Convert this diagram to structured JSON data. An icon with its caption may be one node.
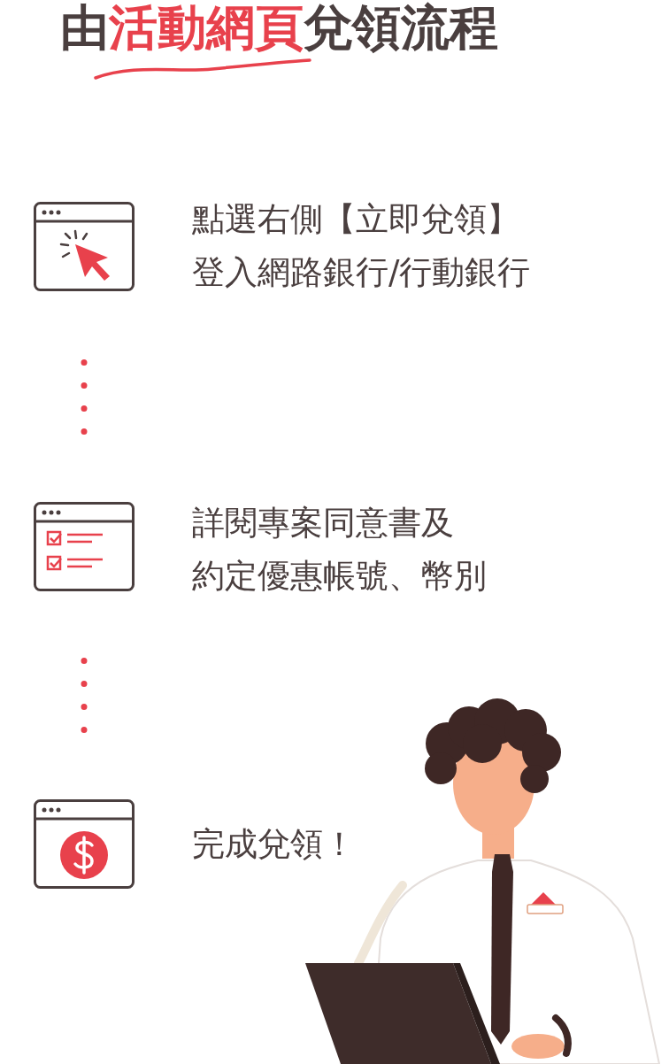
{
  "diagram": {
    "title": "由**活動網頁**兌領流程",
    "nodes": [
      {
        "text": [],
        "shape": "picture",
        "beside": [
          "點選右側【立即兌領】",
          "登入網路銀行/行動銀行"
        ]
      },
      {
        "text": [],
        "shape": "picture",
        "beside": [
          "詳閱專案同意書及",
          "約定優惠帳號、幣別"
        ]
      },
      {
        "text": [],
        "shape": "picture",
        "beside": [
          "完成兌領！"
        ]
      }
    ],
    "edges": [
      {
        "from": 0,
        "to": 1,
        "arrow": "none",
        "style": "dashed"
      },
      {
        "from": 1,
        "to": 2,
        "arrow": "none",
        "style": "dashed"
      }
    ]
  }
}
